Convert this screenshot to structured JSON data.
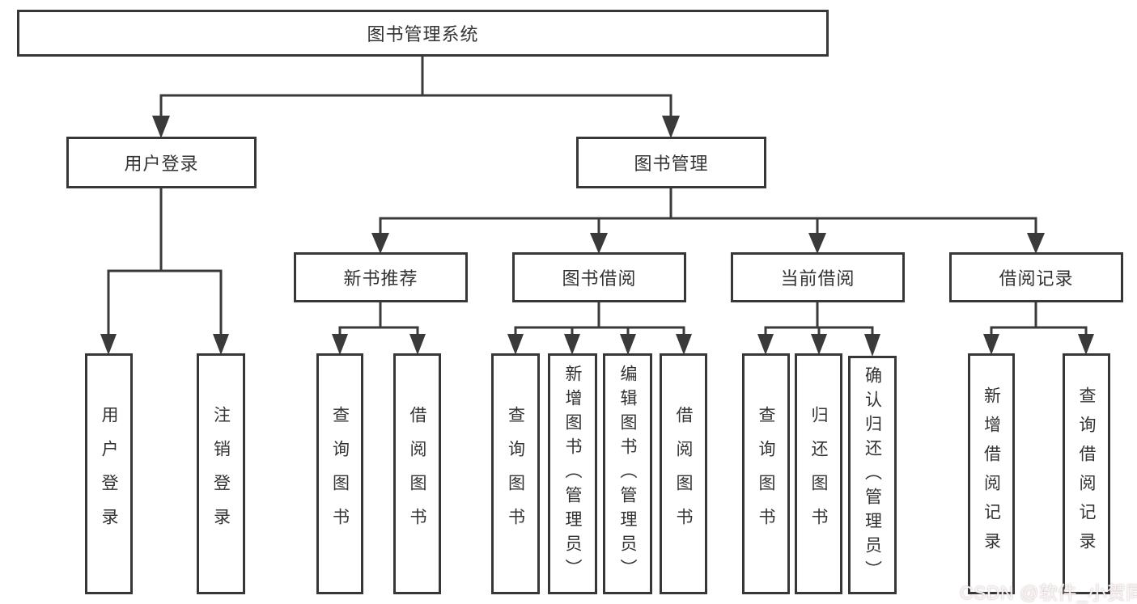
{
  "diagram_title": "图书管理系统",
  "tree": {
    "root": {
      "label": "图书管理系统"
    },
    "branches": [
      {
        "label": "用户登录",
        "children": [
          {
            "label": "用户登录"
          },
          {
            "label": "注销登录"
          }
        ]
      },
      {
        "label": "图书管理",
        "children": [
          {
            "label": "新书推荐",
            "children": [
              {
                "label": "查询图书"
              },
              {
                "label": "借阅图书"
              }
            ]
          },
          {
            "label": "图书借阅",
            "children": [
              {
                "label": "查询图书"
              },
              {
                "label": "新增图书（管理员）"
              },
              {
                "label": "编辑图书（管理员）"
              },
              {
                "label": "借阅图书"
              }
            ]
          },
          {
            "label": "当前借阅",
            "children": [
              {
                "label": "查询图书"
              },
              {
                "label": "归还图书"
              },
              {
                "label": "确认归还（管理员）"
              }
            ]
          },
          {
            "label": "借阅记录",
            "children": [
              {
                "label": "新增借阅记录"
              },
              {
                "label": "查询借阅记录"
              }
            ]
          }
        ]
      }
    ]
  },
  "watermark": "CSDN @软件_小贺同学",
  "colors": {
    "line": "#3a3a3a",
    "text": "#333333",
    "background": "#ffffff"
  }
}
